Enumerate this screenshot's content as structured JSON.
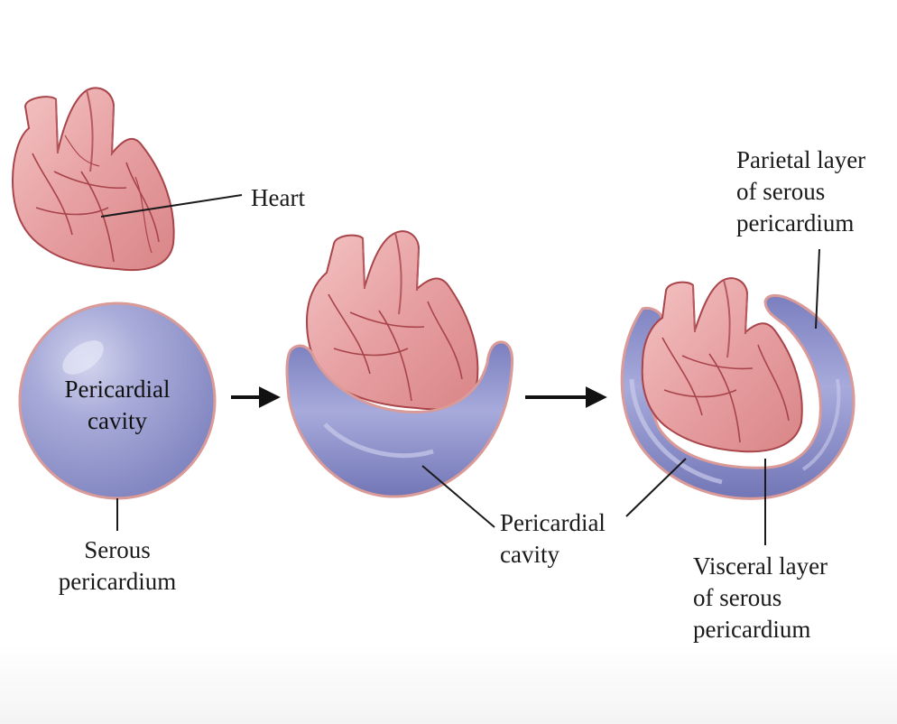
{
  "labels": {
    "heart": "Heart",
    "pericardial_cavity_sphere": [
      "Pericardial",
      "cavity"
    ],
    "serous_pericardium": [
      "Serous",
      "pericardium"
    ],
    "pericardial_cavity": [
      "Pericardial",
      "cavity"
    ],
    "parietal_layer": [
      "Parietal layer",
      "of serous",
      "pericardium"
    ],
    "visceral_layer": [
      "Visceral layer",
      "of serous",
      "pericardium"
    ]
  },
  "colors": {
    "heart_fill": "#e9a3a3",
    "heart_line": "#a8444a",
    "sac_fill": "#8e92c9",
    "sac_highlight": "#c9cbe9",
    "sac_edge": "#d99a98",
    "arrow": "#111111",
    "leader_line": "#1a1a1a"
  }
}
